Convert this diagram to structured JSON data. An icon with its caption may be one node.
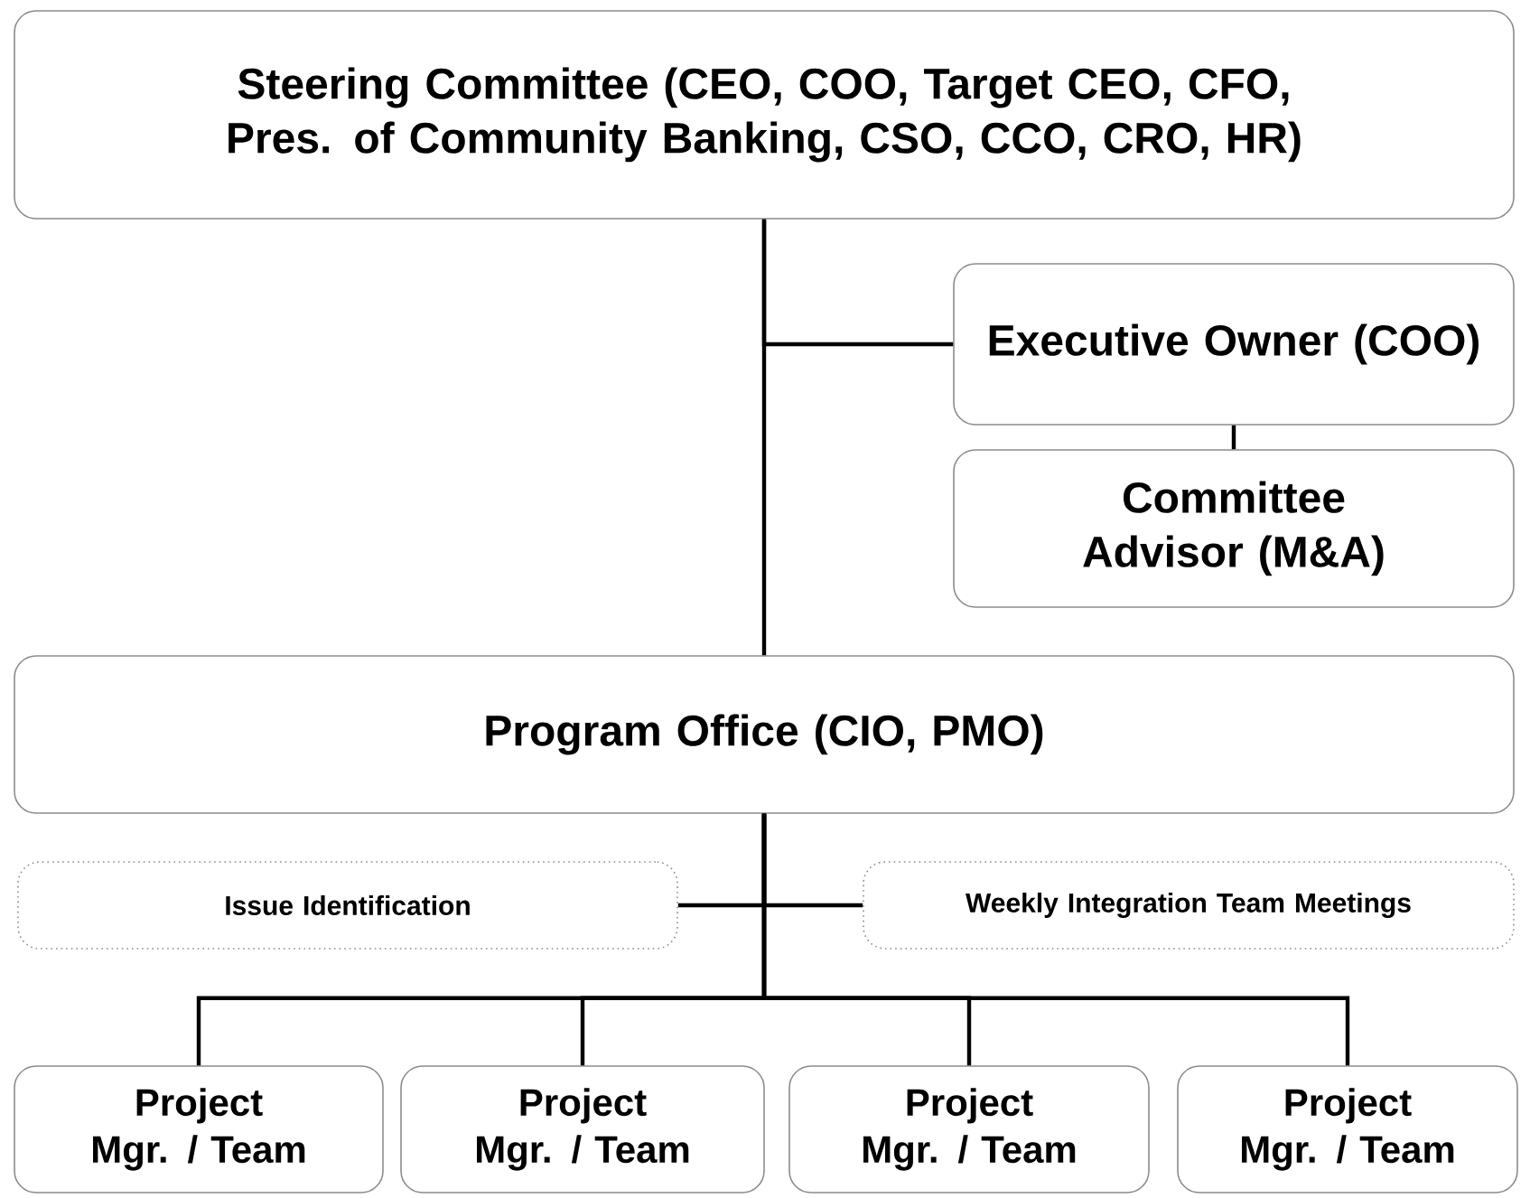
{
  "diagram": {
    "nodes": [
      {
        "text": [
          "Steering Committee (CEO, COO, Target CEO, CFO, Pres. of Community Banking, CSO, CCO, CRO, HR)"
        ]
      },
      {
        "text": [
          "Executive Owner (COO)"
        ]
      },
      {
        "text": [
          "Committee Advisor (M&A)"
        ]
      },
      {
        "text": [
          "Program Office (CIO, PMO)"
        ]
      },
      {
        "text": [
          "Issue Identification"
        ]
      },
      {
        "text": [
          "Weekly Integration Team Meetings"
        ]
      },
      {
        "text": [
          "Project Mgr. / Team"
        ]
      },
      {
        "text": [
          "Project Mgr. / Team"
        ]
      },
      {
        "text": [
          "Project Mgr. / Team"
        ]
      },
      {
        "text": [
          "Project Mgr. / Team"
        ]
      }
    ],
    "edges": [
      {
        "from": 0,
        "to": 3,
        "arrow": "none"
      },
      {
        "from": 0,
        "to": 1,
        "arrow": "none"
      },
      {
        "from": 1,
        "to": 2,
        "arrow": "none"
      },
      {
        "from": 3,
        "to": 4,
        "arrow": "none"
      },
      {
        "from": 3,
        "to": 5,
        "arrow": "none"
      },
      {
        "from": 3,
        "to": 6,
        "arrow": "none"
      },
      {
        "from": 3,
        "to": 7,
        "arrow": "none"
      },
      {
        "from": 3,
        "to": 8,
        "arrow": "none"
      },
      {
        "from": 3,
        "to": 9,
        "arrow": "none"
      }
    ]
  }
}
